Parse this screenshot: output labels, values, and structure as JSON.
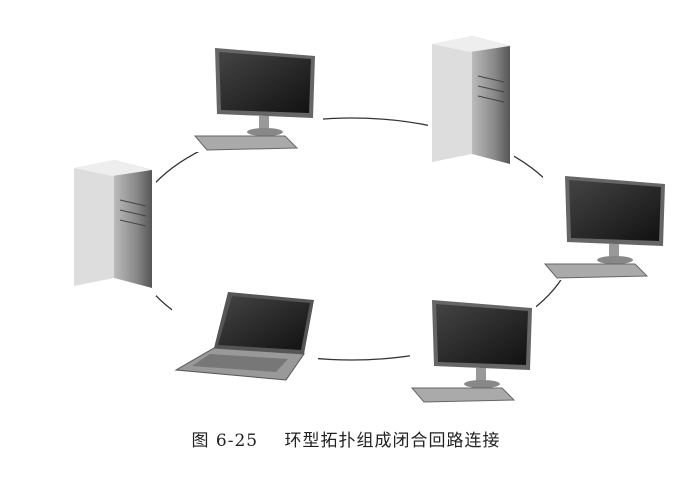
{
  "figure": {
    "number": "图 6-25",
    "title": "环型拓扑组成闭合回路连接"
  },
  "nodes": [
    {
      "type": "desktop-monitor",
      "position": "top-left"
    },
    {
      "type": "tower-server",
      "position": "top-right"
    },
    {
      "type": "desktop-monitor",
      "position": "right"
    },
    {
      "type": "desktop-monitor",
      "position": "bottom-right"
    },
    {
      "type": "laptop",
      "position": "bottom-left"
    },
    {
      "type": "tower-server",
      "position": "left"
    }
  ]
}
